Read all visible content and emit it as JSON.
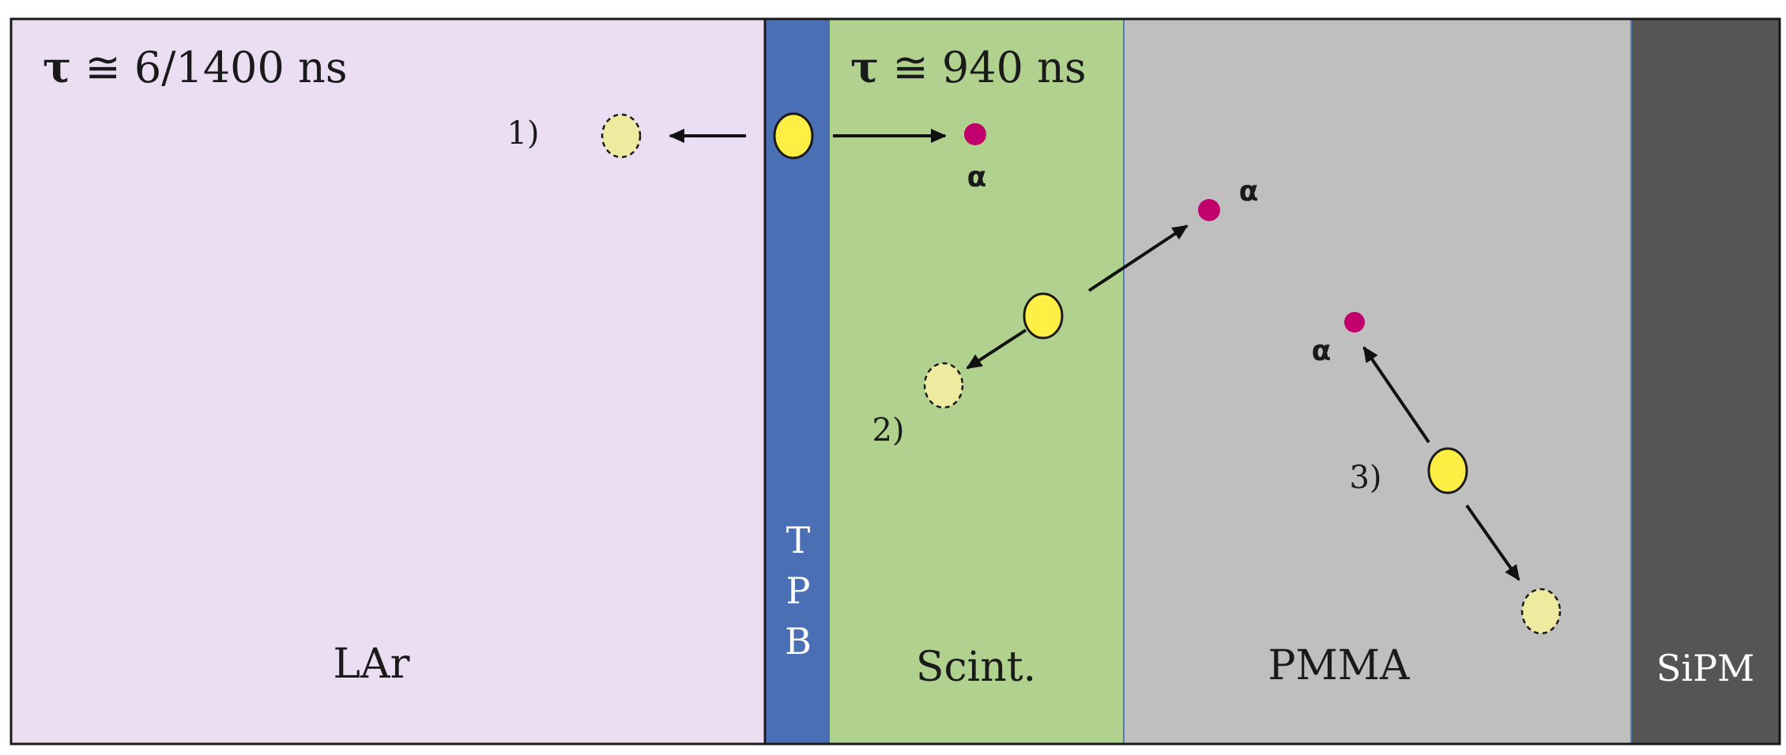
{
  "regions": {
    "lar": {
      "label": "LAr",
      "tau": "τ ≅ 6/1400 ns",
      "color": "#ebdef3"
    },
    "tpb": {
      "label_lines": [
        "T",
        "P",
        "B"
      ],
      "color": "#4a6fb5"
    },
    "scint": {
      "label": "Scint.",
      "tau": "τ ≅ 940 ns",
      "color": "#b1d18f"
    },
    "pmma": {
      "label": "PMMA",
      "color": "#bfbfbf"
    },
    "sipm": {
      "label": "SiPM",
      "color": "#555555"
    }
  },
  "scenarios": [
    {
      "label": "1)",
      "alpha_label": "α"
    },
    {
      "label": "2)",
      "alpha_label": "α"
    },
    {
      "label": "3)",
      "alpha_label": "α"
    }
  ],
  "colors": {
    "photon": "#ffee44",
    "faded_photon": "#eeeaa0",
    "alpha": "#c2006c",
    "text_dark": "#1a1a1a",
    "text_light": "#ffffff",
    "border": "#1a1a1a"
  },
  "icons": {
    "photon": "yellow-circle",
    "faded_photon": "dashed-circle",
    "alpha": "magenta-dot",
    "arrow": "arrow"
  }
}
